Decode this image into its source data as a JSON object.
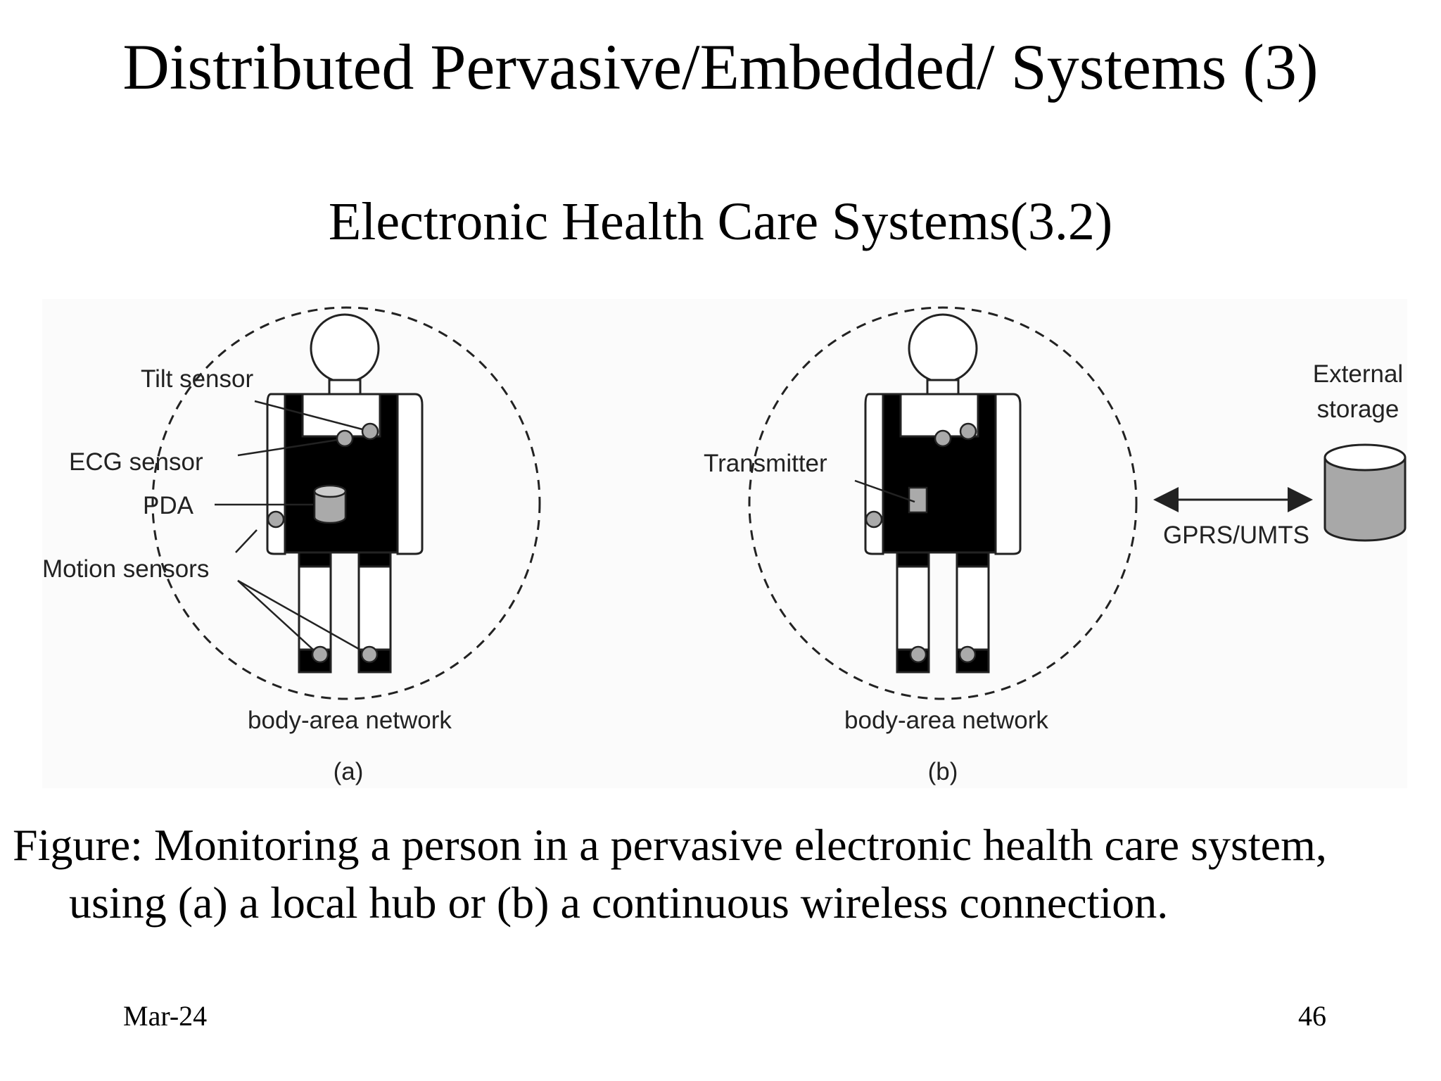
{
  "slide": {
    "title": "Distributed Pervasive/Embedded/ Systems (3)",
    "subtitle": "Electronic Health Care Systems(3.2)",
    "caption_line1": "Figure: Monitoring a person in a pervasive electronic health care system,",
    "caption_line2": "using (a) a local hub or (b) a continuous wireless connection.",
    "footer_date": "Mar-24",
    "page_number": "46"
  },
  "figure": {
    "panel_a": {
      "labels": {
        "tilt_sensor": "Tilt sensor",
        "ecg_sensor": "ECG sensor",
        "pda": "PDA",
        "motion_sensors": "Motion sensors"
      },
      "network_label": "body-area network",
      "panel_label": "(a)"
    },
    "panel_b": {
      "labels": {
        "transmitter": "Transmitter",
        "external_storage_line1": "External",
        "external_storage_line2": "storage",
        "link": "GPRS/UMTS"
      },
      "network_label": "body-area network",
      "panel_label": "(b)"
    },
    "colors": {
      "body_fill": "#000000",
      "sensor_fill": "#aaaaaa",
      "storage_fill": "#a8a8a8",
      "stroke": "#222222"
    }
  }
}
